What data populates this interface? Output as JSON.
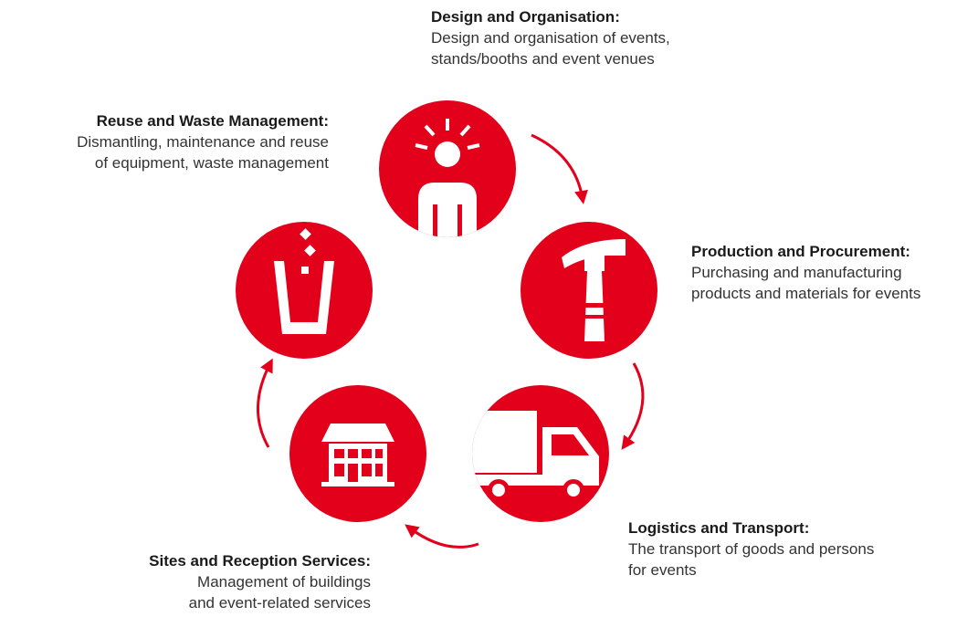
{
  "colors": {
    "accent": "#e2001a",
    "text": "#333333",
    "icon": "#ffffff"
  },
  "stages": [
    {
      "id": "design",
      "icon": "person-idea-icon",
      "title": "Design and Organisation:",
      "description_lines": [
        "Design and organisation of events,",
        "stands/booths and event venues"
      ]
    },
    {
      "id": "production",
      "icon": "hammer-icon",
      "title": "Production and Procurement:",
      "description_lines": [
        "Purchasing and manufacturing",
        "products and materials for events"
      ]
    },
    {
      "id": "logistics",
      "icon": "truck-icon",
      "title": "Logistics and Transport:",
      "description_lines": [
        "The transport of goods and persons",
        "for events"
      ]
    },
    {
      "id": "sites",
      "icon": "building-icon",
      "title": "Sites and Reception Services:",
      "description_lines": [
        "Management of buildings",
        "and event-related services"
      ]
    },
    {
      "id": "reuse",
      "icon": "waste-bin-icon",
      "title": "Reuse and Waste Management:",
      "description_lines": [
        "Dismantling, maintenance and reuse",
        "of equipment, waste management"
      ]
    }
  ]
}
